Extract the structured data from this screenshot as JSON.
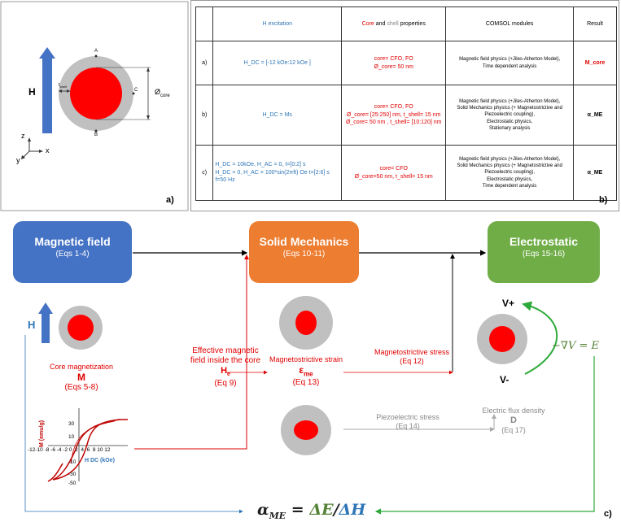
{
  "panel_a": {
    "h_label": "H",
    "point_a": "A",
    "point_b": "B",
    "point_c": "C",
    "shell_label": "t",
    "shell_sub": "shell",
    "core_label": "Ø",
    "core_sub": "core",
    "axis_z": "z",
    "axis_x": "x",
    "axis_y": "y",
    "tag": "a)"
  },
  "panel_b": {
    "tag": "b)",
    "headers": {
      "h_excitation": "H excitation",
      "core_word": "Core",
      "and_word": " and ",
      "shell_word": "shell",
      "properties_word": " properties",
      "comsol": "COMSOL modules",
      "result": "Result"
    },
    "rows": [
      {
        "id": "a)",
        "h_lines": [
          "H_DC = [-12 kOe:12 kOe ]"
        ],
        "props": [
          "core= CFO, FO",
          "Ø_core= 50 nm"
        ],
        "modules": [
          "Magnetic field physics (+Jiles-Atherton Model),",
          "Time dependent analysis"
        ],
        "result": "M_core"
      },
      {
        "id": "b)",
        "h_lines": [
          "H_DC = Ms"
        ],
        "props": [
          "core= CFO, FO",
          "Ø_core= [25:250] nm, t_shell= 15 nm",
          "Ø_core= 50 nm , t_shell= [10:120] nm"
        ],
        "modules": [
          "Magnetic field physics (+Jiles-Atherton Model),",
          "Solid Mechanics physics (+ Magnetostrictive and",
          "Piezoelectric coupling),",
          "Electrostatic physics,",
          "Stationary analysis"
        ],
        "result": "α_ME"
      },
      {
        "id": "c)",
        "h_lines": [
          "H_DC = 10kOe, H_AC = 0,   t=[0:2] s",
          "H_DC = 0, H_AC = 100*sin(2πft) Oe  t=[2:6] s",
          "f=50 Hz"
        ],
        "props": [
          "core= CFO",
          "Ø_core=50 nm, t_shell= 15 nm"
        ],
        "modules": [
          "Magnetic field physics (+Jiles-Atherton Model),",
          "Solid Mechanics physics (+ Magnetostrictive and",
          "Piezoelectric coupling),",
          "Electrostatic physics,",
          "Time dependent analysis"
        ],
        "result": "α_ME"
      }
    ]
  },
  "panel_c": {
    "tag": "c)",
    "boxes": [
      {
        "title": "Magnetic field",
        "sub": "(Eqs 1-4)",
        "color": "#4472c4"
      },
      {
        "title": "Solid Mechanics",
        "sub": "(Eqs 10-11)",
        "color": "#ed7d31"
      },
      {
        "title": "Electrostatic",
        "sub": "(Eqs 15-16)",
        "color": "#70ad47"
      }
    ],
    "h_label": "H",
    "core_mag": {
      "line1": "Core magnetization",
      "symbol": "M",
      "eq": "(Eqs 5-8)"
    },
    "eff_field": {
      "line1": "Effective magnetic",
      "line2": "field inside the core",
      "symbol": "H",
      "symbol_sub": "e",
      "eq": "(Eq 9)"
    },
    "strain": {
      "line1": "Magnetostrictive strain",
      "symbol": "ε",
      "symbol_sub": "me",
      "eq": "(Eq 13)"
    },
    "stress": {
      "line1": "Magnetostrictive stress",
      "eq": "(Eq 12)"
    },
    "piezo": {
      "line1": "Piezoelectric stress",
      "eq": "(Eq 14)"
    },
    "flux": {
      "line1": "Electric flux density",
      "symbol": "D",
      "eq": "(Eq 17)"
    },
    "v_plus": "V+",
    "v_minus": "V-",
    "grad_eq": "−∇V = E",
    "final_eq": {
      "alpha": "α",
      "alpha_sub": "ME",
      "rest": " = ",
      "num": "ΔE",
      "slash": "/",
      "den": "ΔH"
    },
    "hysteresis": {
      "ylabel": "M (emu/g)",
      "xlabel": "H DC (kOe)",
      "yticks": [
        "30",
        "10",
        "-10",
        "-30",
        "-50"
      ],
      "ytop": "50",
      "xticks": "-12-10 -8 -6 -4 -2 0  2  4  6  8 10 12"
    }
  }
}
